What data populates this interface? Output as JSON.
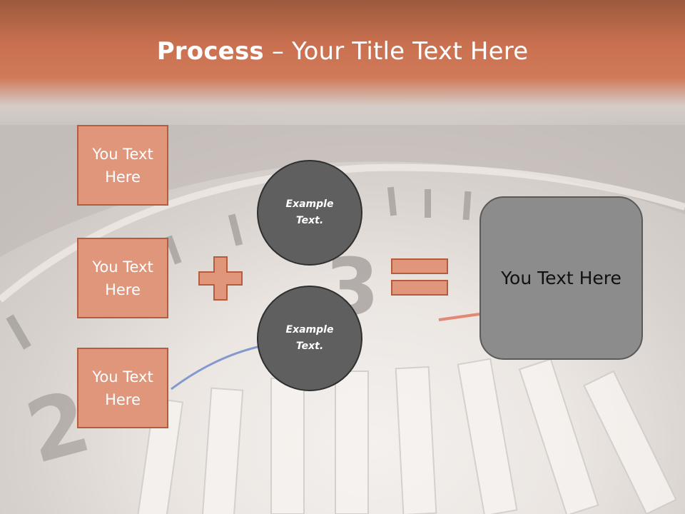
{
  "title": {
    "bold": "Process",
    "rest": " – Your Title Text Here"
  },
  "boxes": [
    {
      "label": "You Text Here"
    },
    {
      "label": "You Text Here"
    },
    {
      "label": "You Text Here"
    }
  ],
  "circles": [
    {
      "label": "Example Text."
    },
    {
      "label": "Example Text."
    }
  ],
  "result": {
    "label": "You Text Here"
  },
  "icons": {
    "operator_1": "plus-icon",
    "operator_2": "equals-icon"
  },
  "colors": {
    "accent": "#e0967a",
    "accent_border": "#b65c3d",
    "header": "#c9704f",
    "circle_fill": "#5f5f5f",
    "result_fill": "#8c8c8c"
  }
}
